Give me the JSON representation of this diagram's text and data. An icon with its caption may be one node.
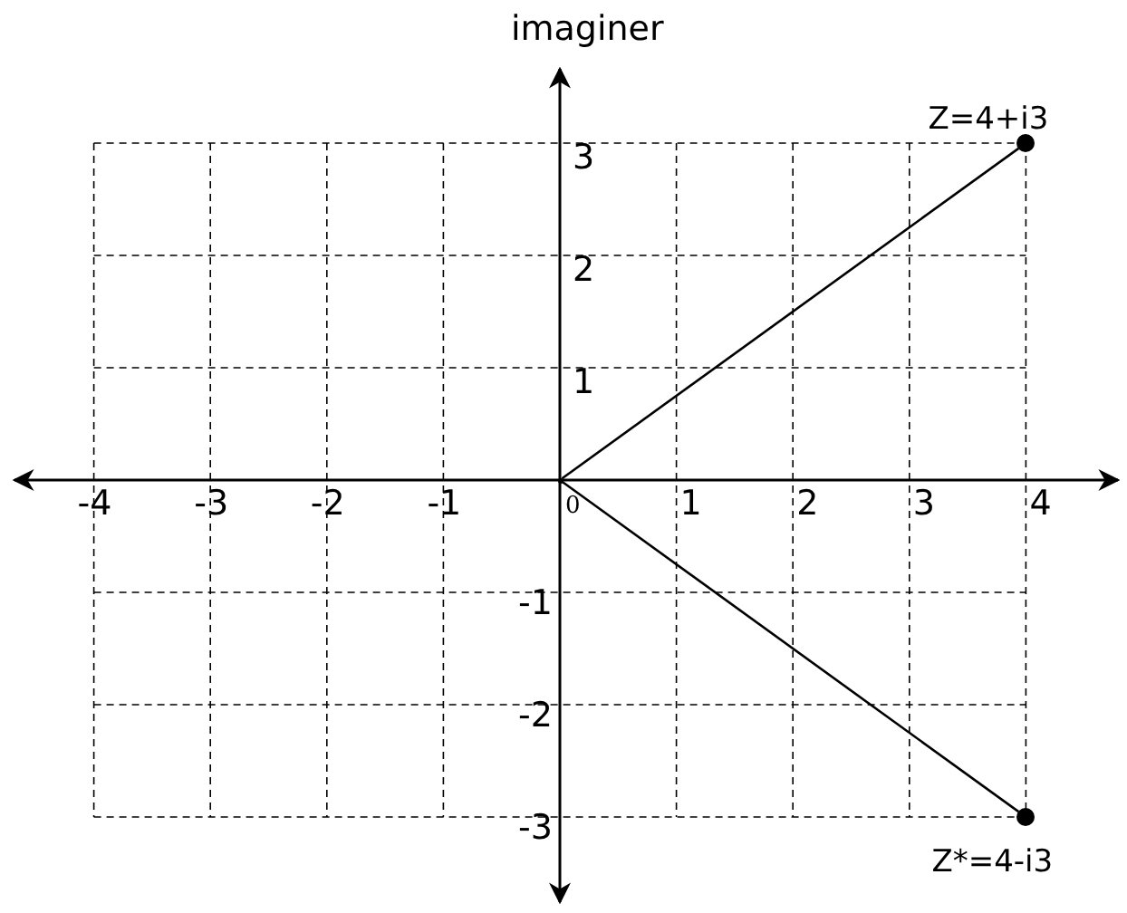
{
  "diagram": {
    "nodes": [
      {
        "text": [],
        "shape": "point",
        "beside": [
          "0"
        ]
      },
      {
        "text": [],
        "shape": "circle",
        "beside": [
          "Z=4+i3"
        ]
      },
      {
        "text": [],
        "shape": "circle",
        "beside": [
          "Z*=4-i3"
        ]
      }
    ],
    "edges": [
      {
        "from": 0,
        "to": 1,
        "arrow": "none"
      },
      {
        "from": 0,
        "to": 2,
        "arrow": "none"
      }
    ],
    "labels": [
      "imaginer",
      "3",
      "2",
      "1",
      "-4",
      "-3",
      "-2",
      "-1",
      "1",
      "2",
      "3",
      "4",
      "-1",
      "-2",
      "-3"
    ]
  }
}
